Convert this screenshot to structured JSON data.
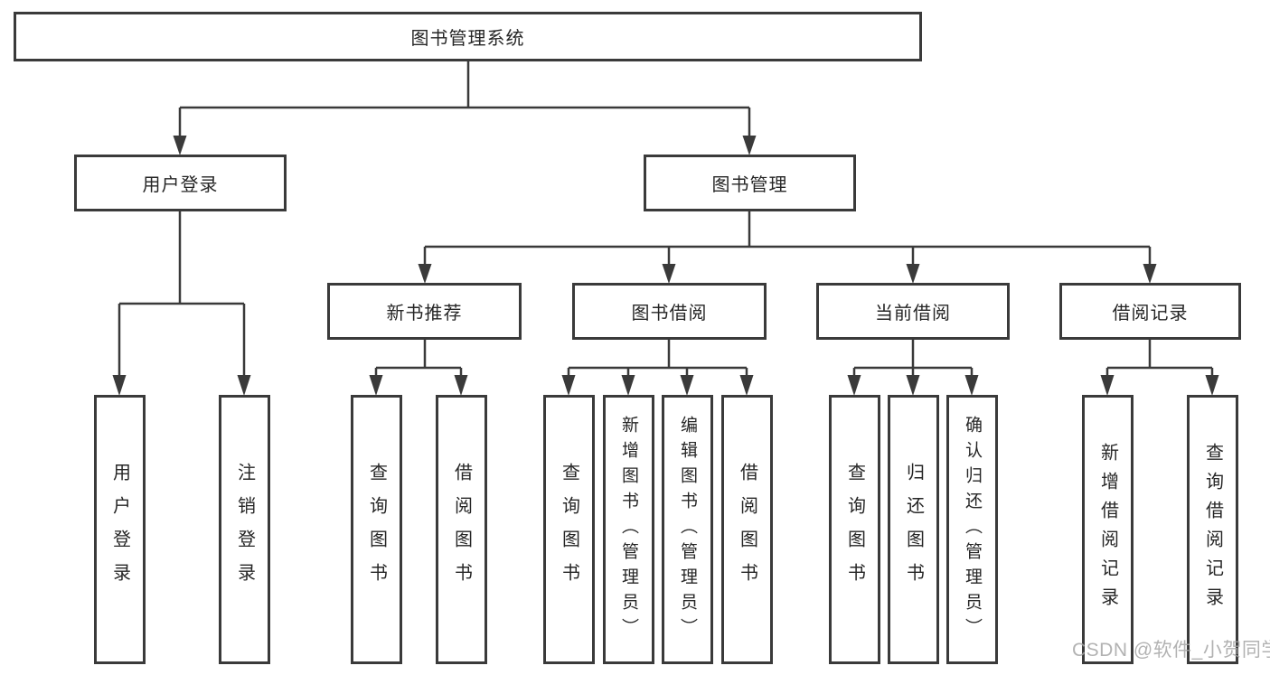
{
  "diagram": {
    "root": "图书管理系统",
    "branches": [
      {
        "label": "用户登录",
        "children": [
          "用户登录",
          "注销登录"
        ]
      },
      {
        "label": "图书管理",
        "children": [
          {
            "label": "新书推荐",
            "children": [
              "查询图书",
              "借阅图书"
            ]
          },
          {
            "label": "图书借阅",
            "children": [
              "查询图书",
              "新增图书（管理员）",
              "编辑图书（管理员）",
              "借阅图书"
            ]
          },
          {
            "label": "当前借阅",
            "children": [
              "查询图书",
              "归还图书",
              "确认归还（管理员）"
            ]
          },
          {
            "label": "借阅记录",
            "children": [
              "新增借阅记录",
              "查询借阅记录"
            ]
          }
        ]
      }
    ]
  },
  "watermark": "CSDN @软件_小贺同学",
  "colors": {
    "line": "#3a3a3a",
    "text": "#262626",
    "watermark": "#a5a5a5",
    "background": "#ffffff"
  }
}
